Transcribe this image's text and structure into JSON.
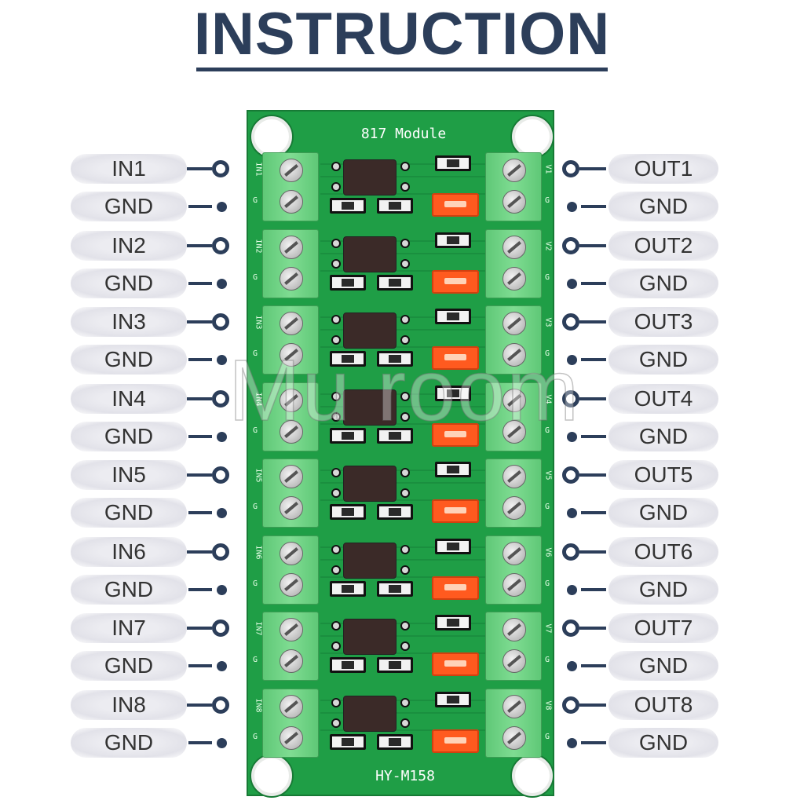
{
  "title": "INSTRUCTION",
  "watermark": "Mu  room",
  "board": {
    "label_top": "817 Module",
    "label_bottom": "HY-M158",
    "channels": [
      {
        "in_label": "IN1",
        "out_label": "OUT1",
        "gnd_label": "GND",
        "silk_in": "IN1",
        "silk_out": "V1",
        "silk_g": "G"
      },
      {
        "in_label": "IN2",
        "out_label": "OUT2",
        "gnd_label": "GND",
        "silk_in": "IN2",
        "silk_out": "V2",
        "silk_g": "G"
      },
      {
        "in_label": "IN3",
        "out_label": "OUT3",
        "gnd_label": "GND",
        "silk_in": "IN3",
        "silk_out": "V3",
        "silk_g": "G"
      },
      {
        "in_label": "IN4",
        "out_label": "OUT4",
        "gnd_label": "GND",
        "silk_in": "IN4",
        "silk_out": "V4",
        "silk_g": "G"
      },
      {
        "in_label": "IN5",
        "out_label": "OUT5",
        "gnd_label": "GND",
        "silk_in": "IN5",
        "silk_out": "V5",
        "silk_g": "G"
      },
      {
        "in_label": "IN6",
        "out_label": "OUT6",
        "gnd_label": "GND",
        "silk_in": "IN6",
        "silk_out": "V6",
        "silk_g": "G"
      },
      {
        "in_label": "IN7",
        "out_label": "OUT7",
        "gnd_label": "GND",
        "silk_in": "IN7",
        "silk_out": "V7",
        "silk_g": "G"
      },
      {
        "in_label": "IN8",
        "out_label": "OUT8",
        "gnd_label": "GND",
        "silk_in": "IN8",
        "silk_out": "V8",
        "silk_g": "G"
      }
    ]
  },
  "colors": {
    "title": "#2c3e5a",
    "pcb": "#1f9e46",
    "terminal": "#6fd284",
    "jumper": "#ff5a1f"
  }
}
